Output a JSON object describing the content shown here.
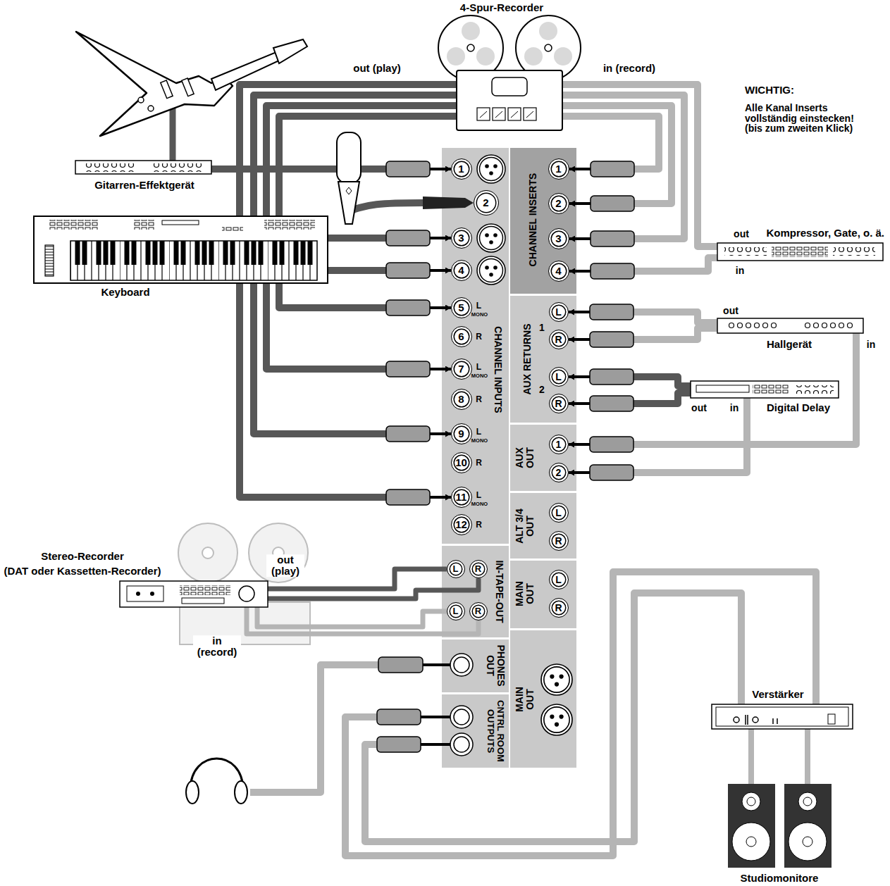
{
  "diagram": {
    "nodes": [
      {
        "text": [
          "4-Spur-Recorder"
        ]
      },
      {
        "text": [
          "Gitarren-Effektgerät"
        ]
      },
      {
        "text": [
          "Keyboard"
        ]
      },
      {
        "text": [
          "Kompressor, Gate, o. ä."
        ]
      },
      {
        "text": [
          "Hallgerät"
        ]
      },
      {
        "text": [
          "Digital Delay"
        ]
      },
      {
        "text": [
          "Stereo-Recorder",
          "(DAT oder Kassetten-Recorder)"
        ]
      },
      {
        "text": [
          "CHANNEL INPUTS"
        ]
      },
      {
        "text": [
          "1"
        ],
        "in": 7
      },
      {
        "text": [
          "2"
        ],
        "in": 7
      },
      {
        "text": [
          "3"
        ],
        "in": 7
      },
      {
        "text": [
          "4"
        ],
        "in": 7
      },
      {
        "text": [
          "5",
          "L",
          "MONO"
        ],
        "in": 7
      },
      {
        "text": [
          "6",
          "R"
        ],
        "in": 7
      },
      {
        "text": [
          "7",
          "L",
          "MONO"
        ],
        "in": 7
      },
      {
        "text": [
          "8",
          "R"
        ],
        "in": 7
      },
      {
        "text": [
          "9",
          "L",
          "MONO"
        ],
        "in": 7
      },
      {
        "text": [
          "10",
          "R"
        ],
        "in": 7
      },
      {
        "text": [
          "11",
          "L",
          "MONO"
        ],
        "in": 7
      },
      {
        "text": [
          "12",
          "R"
        ],
        "in": 7
      },
      {
        "text": [
          "CHANNEL INSERTS"
        ]
      },
      {
        "text": [
          "1"
        ],
        "in": 20
      },
      {
        "text": [
          "2"
        ],
        "in": 20
      },
      {
        "text": [
          "3"
        ],
        "in": 20
      },
      {
        "text": [
          "4"
        ],
        "in": 20
      },
      {
        "text": [
          "AUX RETURNS",
          "1",
          "2"
        ]
      },
      {
        "text": [
          "L"
        ],
        "in": 25
      },
      {
        "text": [
          "R"
        ],
        "in": 25
      },
      {
        "text": [
          "L"
        ],
        "in": 25
      },
      {
        "text": [
          "R"
        ],
        "in": 25
      },
      {
        "text": [
          "AUX OUT"
        ]
      },
      {
        "text": [
          "1"
        ],
        "in": 30
      },
      {
        "text": [
          "2"
        ],
        "in": 30
      },
      {
        "text": [
          "ALT 3/4 OUT"
        ]
      },
      {
        "text": [
          "L"
        ],
        "in": 33
      },
      {
        "text": [
          "R"
        ],
        "in": 33
      },
      {
        "text": [
          "IN-TAPE-OUT"
        ]
      },
      {
        "text": [
          "L"
        ],
        "in": 36
      },
      {
        "text": [
          "R"
        ],
        "in": 36
      },
      {
        "text": [
          "L"
        ],
        "in": 36
      },
      {
        "text": [
          "R"
        ],
        "in": 36
      },
      {
        "text": [
          "MAIN OUT"
        ]
      },
      {
        "text": [
          "L"
        ],
        "in": 41
      },
      {
        "text": [
          "R"
        ],
        "in": 41
      },
      {
        "text": [
          "PHONES OUT"
        ]
      },
      {
        "text": [
          "MAIN OUT"
        ]
      },
      {
        "text": [
          "CNTRL ROOM OUTPUTS"
        ]
      },
      {
        "text": [
          "Verstärker"
        ]
      },
      {
        "text": [
          "Studiomonitore"
        ]
      }
    ],
    "edges": [
      {
        "from": 0,
        "to": 18,
        "arrow": "to"
      },
      {
        "from": 0,
        "to": 16,
        "arrow": "to"
      },
      {
        "from": 0,
        "to": 14,
        "arrow": "to"
      },
      {
        "from": 0,
        "to": 12,
        "arrow": "to"
      },
      {
        "from": 0,
        "to": 21,
        "arrow": "to"
      },
      {
        "from": 0,
        "to": 22,
        "arrow": "to"
      },
      {
        "from": 0,
        "to": 23,
        "arrow": "to"
      },
      {
        "from": 3,
        "to": 0,
        "arrow": "none"
      },
      {
        "from": 3,
        "to": 24,
        "arrow": "to"
      },
      {
        "from": 1,
        "to": 8,
        "arrow": "to"
      },
      {
        "from": 2,
        "to": 10,
        "arrow": "to"
      },
      {
        "from": 2,
        "to": 11,
        "arrow": "to"
      },
      {
        "from": 4,
        "to": 26,
        "arrow": "to"
      },
      {
        "from": 4,
        "to": 27,
        "arrow": "to"
      },
      {
        "from": 5,
        "to": 28,
        "arrow": "to"
      },
      {
        "from": 5,
        "to": 29,
        "arrow": "to"
      },
      {
        "from": 4,
        "to": 31,
        "arrow": "to"
      },
      {
        "from": 5,
        "to": 32,
        "arrow": "to"
      },
      {
        "from": 6,
        "to": 37,
        "arrow": "none"
      },
      {
        "from": 6,
        "to": 38,
        "arrow": "none"
      },
      {
        "from": 39,
        "to": 6,
        "arrow": "none"
      },
      {
        "from": 40,
        "to": 6,
        "arrow": "none"
      },
      {
        "from": 46,
        "to": 47,
        "arrow": "none"
      },
      {
        "from": 46,
        "to": 47,
        "arrow": "none"
      },
      {
        "from": 47,
        "to": 48,
        "arrow": "none"
      },
      {
        "from": 47,
        "to": 48,
        "arrow": "none"
      }
    ],
    "labels": [
      "out (play)",
      "in (record)",
      "WICHTIG:",
      "Alle Kanal Inserts vollständig einstecken! (bis zum zweiten Klick)",
      "out",
      "in",
      "out",
      "in",
      "out",
      "in",
      "out (play)",
      "in (record)"
    ]
  }
}
